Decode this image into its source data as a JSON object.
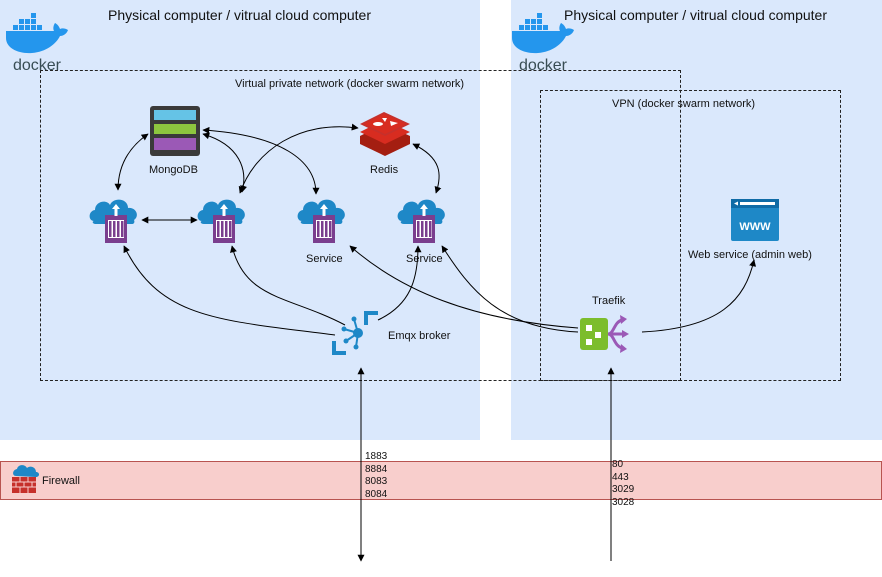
{
  "hosts": [
    {
      "title": "Physical computer / vitrual cloud computer",
      "logo": "docker"
    },
    {
      "title": "Physical computer / vitrual cloud computer",
      "logo": "docker"
    }
  ],
  "networks": {
    "vpn_private": "Virtual private network (docker swarm network)",
    "vpn": "VPN (docker swarm network)"
  },
  "nodes": {
    "mongodb": "MongoDB",
    "redis": "Redis",
    "service_a": "Service",
    "service_b": "Service",
    "emqx": "Emqx broker",
    "traefik": "Traefik",
    "web_service": "Web service (admin web)"
  },
  "firewall": {
    "label": "Firewall",
    "emqx_ports": [
      "1883",
      "8884",
      "8083",
      "8084"
    ],
    "traefik_ports": [
      "80",
      "443",
      "3029",
      "3028"
    ]
  },
  "colors": {
    "panel": "#dae8fc",
    "firewall": "#f8cecc",
    "container_purple": "#7a3e8e",
    "cloud_blue": "#1e88c7",
    "redis_red": "#c6302b",
    "traefik_green": "#7cbd2c",
    "docker_blue": "#2496ed"
  }
}
